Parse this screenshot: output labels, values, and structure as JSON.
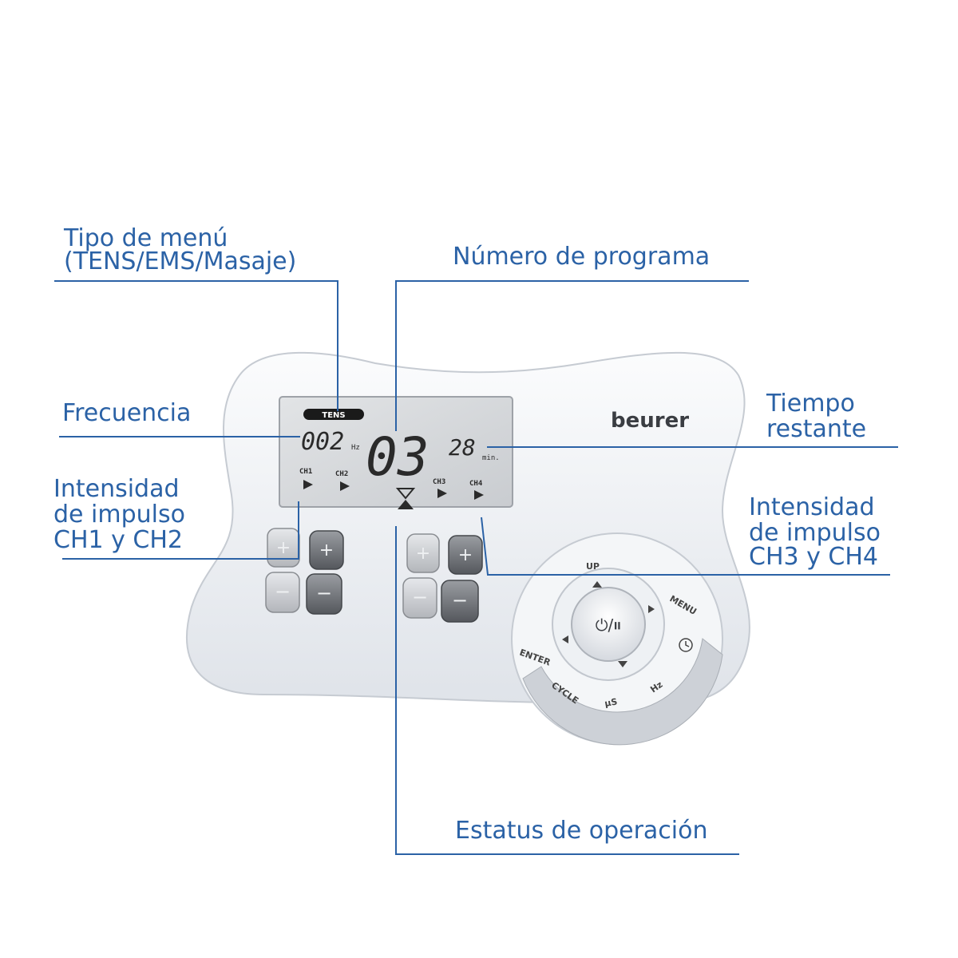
{
  "annotations": {
    "menu_type_line1": "Tipo de menú",
    "menu_type_line2": "(TENS/EMS/Masaje)",
    "program_number": "Número de programa",
    "frequency": "Frecuencia",
    "time_line1": "Tiempo",
    "time_line2": "restante",
    "ch12_line1": "Intensidad",
    "ch12_line2": "de impulso",
    "ch12_line3": "CH1 y CH2",
    "ch34_line1": "Intensidad",
    "ch34_line2": "de impulso",
    "ch34_line3": "CH3 y CH4",
    "status": "Estatus de operación"
  },
  "device": {
    "brand": "beurer",
    "lcd": {
      "mode": "TENS",
      "frequency": "002",
      "frequency_unit": "Hz",
      "program": "03",
      "time": "28",
      "time_unit": "min.",
      "ch1": "CH1",
      "ch2": "CH2",
      "ch3": "CH3",
      "ch4": "CH4"
    },
    "control_labels": {
      "up": "UP",
      "menu": "MENU",
      "enter": "ENTER",
      "cycle": "CYCLE",
      "us": "µS",
      "hz": "Hz",
      "power": "⏻/⏸"
    }
  },
  "colors": {
    "accent": "#2b62a6",
    "device_body": "#eef0f4",
    "lcd_bg": "#d3d6d9"
  }
}
